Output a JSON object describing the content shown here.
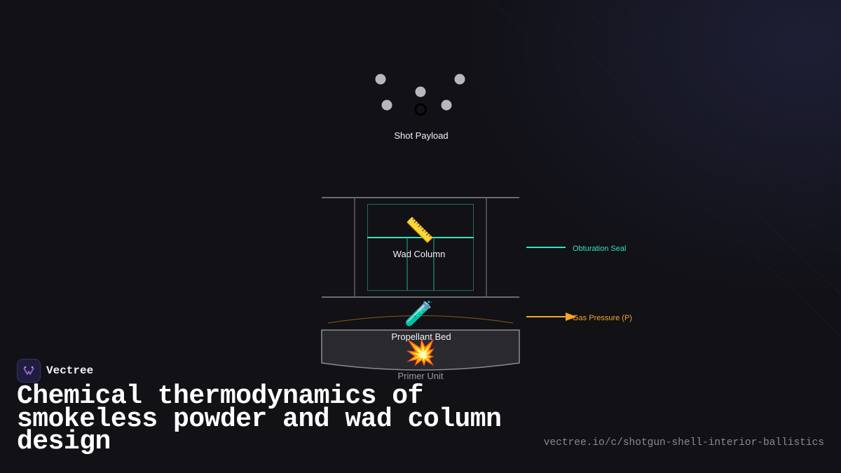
{
  "diagram": {
    "shot_label": "Shot Payload",
    "shot_icon": "⚪",
    "wad_label": "Wad Column",
    "wad_icon": "📏",
    "propellant_label": "Propellant Bed",
    "propellant_icon": "🧪",
    "primer_label": "Primer Unit",
    "primer_icon": "💥",
    "seal_label": "Obturation Seal",
    "gas_label": "Gas Pressure (P)",
    "colors": {
      "seal": "#2ee6c0",
      "gas": "#f5a623",
      "wall": "#6a6a72",
      "pellet": "#b8b8bc"
    }
  },
  "brand": {
    "name": "Vectree",
    "logo_icon": "vectree-logo-icon"
  },
  "title": "Chemical thermodynamics of smokeless powder and wad column design",
  "url": "vectree.io/c/shotgun-shell-interior-ballistics"
}
